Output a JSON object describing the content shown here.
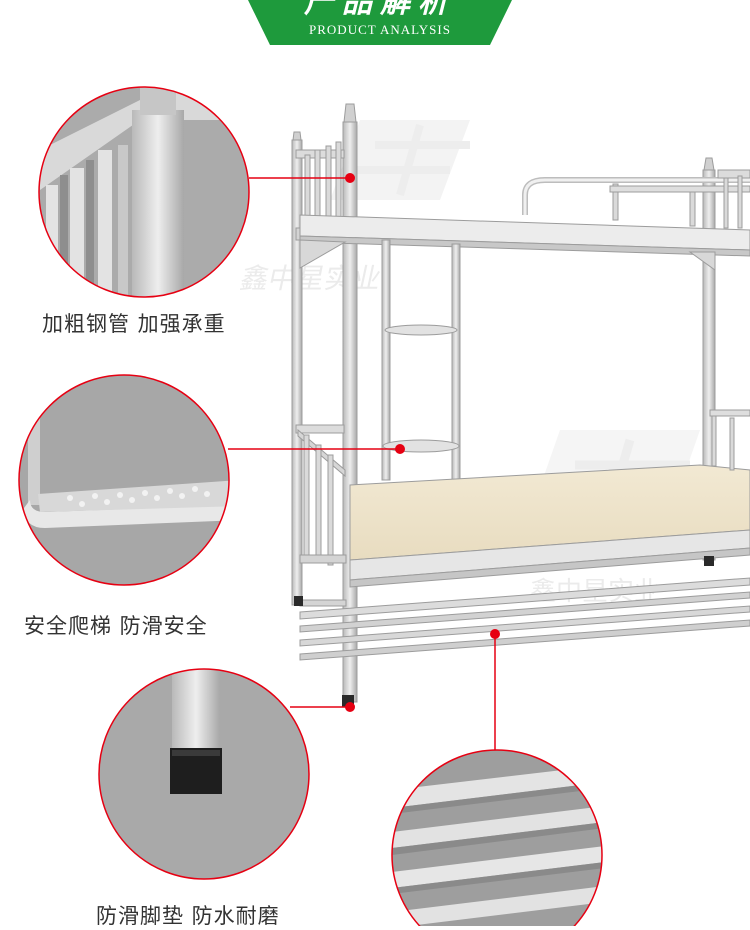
{
  "header": {
    "title_cn": "产品解析",
    "subtitle": "PRODUCT ANALYSIS",
    "color": "#1e9a3c"
  },
  "details": [
    {
      "caption": "加粗钢管 加强承重",
      "topic": "reinforced-steel-tube"
    },
    {
      "caption": "安全爬梯 防滑安全",
      "topic": "safety-ladder"
    },
    {
      "caption": "防滑脚垫 防水耐磨",
      "topic": "anti-slip-foot-pad"
    },
    {
      "caption": "",
      "topic": "bed-slats"
    }
  ],
  "watermark": {
    "brand": "鑫中星实业"
  },
  "accent_color": "#e60012"
}
